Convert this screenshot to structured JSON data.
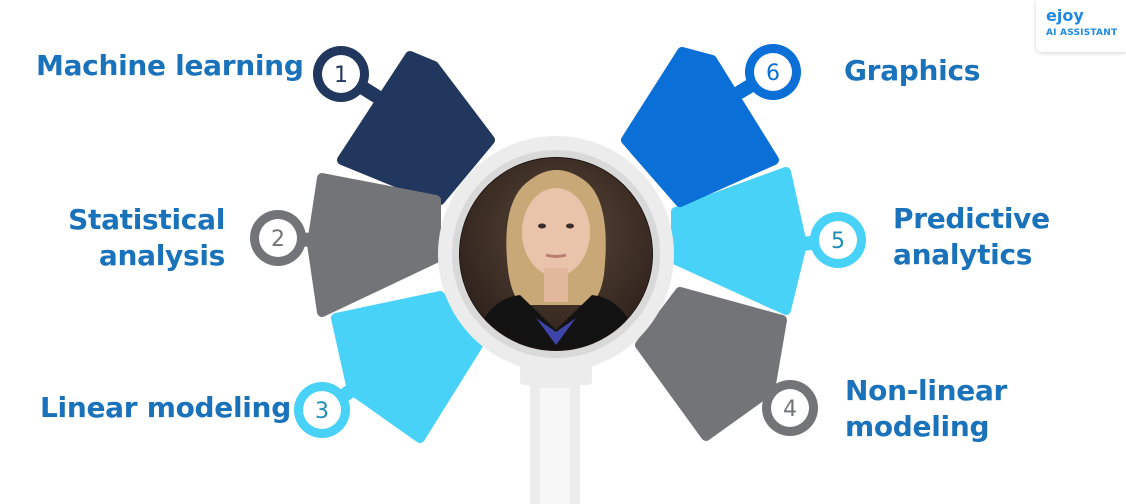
{
  "colors": {
    "dark_navy": "#22375e",
    "gray": "#737477",
    "light_blue": "#49d2f7",
    "bright_blue": "#0a6fd6",
    "label_blue": "#1a72bb",
    "lens_ring": "#ececed",
    "handle": "#ececed"
  },
  "segments": [
    {
      "number": "1",
      "label_lines": [
        "Machine learning"
      ],
      "color": "dark_navy"
    },
    {
      "number": "2",
      "label_lines": [
        "Statistical",
        "analysis"
      ],
      "color": "gray"
    },
    {
      "number": "3",
      "label_lines": [
        "Linear modeling"
      ],
      "color": "light_blue"
    },
    {
      "number": "4",
      "label_lines": [
        "Non-linear",
        "modeling"
      ],
      "color": "gray"
    },
    {
      "number": "5",
      "label_lines": [
        "Predictive",
        "analytics"
      ],
      "color": "light_blue"
    },
    {
      "number": "6",
      "label_lines": [
        "Graphics"
      ],
      "color": "bright_blue"
    }
  ],
  "center_image": {
    "icon": "presenter-portrait"
  },
  "badge": {
    "brand": "ejoy",
    "subtitle": "AI ASSISTANT"
  }
}
